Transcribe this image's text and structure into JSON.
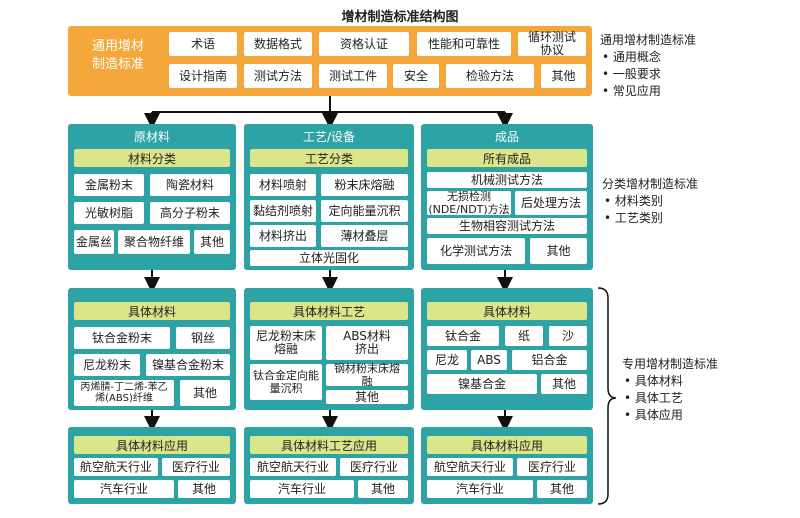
{
  "title": "增材制造标准结构图",
  "general": {
    "label_line1": "通用增材",
    "label_line2": "制造标准",
    "row1": [
      "术语",
      "数据格式",
      "资格认证",
      "性能和可靠性",
      "循环测试协议"
    ],
    "row2": [
      "设计指南",
      "测试方法",
      "测试工件",
      "安全",
      "检验方法",
      "其他"
    ]
  },
  "side_general": {
    "title": "通用增材制造标准",
    "items": [
      "• 通用概念",
      "• 一般要求",
      "• 常见应用"
    ]
  },
  "side_category": {
    "title": "分类增材制造标准",
    "items": [
      "• 材料类别",
      "• 工艺类别"
    ]
  },
  "side_specific": {
    "title": "专用增材制造标准",
    "items": [
      "• 具体材料",
      "• 具体工艺",
      "• 具体应用"
    ]
  },
  "category": {
    "materials": {
      "title": "原材料",
      "bar": "材料分类",
      "items": [
        "金属粉末",
        "陶瓷材料",
        "光敏树脂",
        "高分子粉末",
        "金属丝",
        "聚合物纤维",
        "其他"
      ]
    },
    "process": {
      "title": "工艺/设备",
      "bar": "工艺分类",
      "items": [
        "材料喷射",
        "粉末床熔融",
        "黏结剂喷射",
        "定向能量沉积",
        "材料挤出",
        "薄材叠层",
        "立体光固化"
      ]
    },
    "products": {
      "title": "成品",
      "bar": "所有成品",
      "items": [
        "机械测试方法",
        "无损检测(NDE/NDT)方法",
        "后处理方法",
        "生物相容测试方法",
        "化学测试方法",
        "其他"
      ]
    }
  },
  "specific": {
    "materials": {
      "bar": "具体材料",
      "items": [
        "钛合金粉末",
        "钢丝",
        "尼龙粉末",
        "镍基合金粉末",
        "丙烯腈-丁二烯-苯乙烯(ABS)纤维",
        "其他"
      ]
    },
    "process": {
      "bar": "具体材料工艺",
      "items": [
        "尼龙粉末床熔融",
        "ABS材料挤出",
        "钛合金定向能量沉积",
        "钢材粉末床熔融",
        "其他"
      ]
    },
    "products": {
      "bar": "具体材料",
      "items": [
        "钛合金",
        "纸",
        "沙",
        "尼龙",
        "ABS",
        "铝合金",
        "镍基合金",
        "其他"
      ]
    }
  },
  "application": {
    "materials": {
      "bar": "具体材料应用",
      "items": [
        "航空航天行业",
        "医疗行业",
        "汽车行业",
        "其他"
      ]
    },
    "process": {
      "bar": "具体材料工艺应用",
      "items": [
        "航空航天行业",
        "医疗行业",
        "汽车行业",
        "其他"
      ]
    },
    "products": {
      "bar": "具体材料应用",
      "items": [
        "航空航天行业",
        "医疗行业",
        "汽车行业",
        "其他"
      ]
    }
  }
}
